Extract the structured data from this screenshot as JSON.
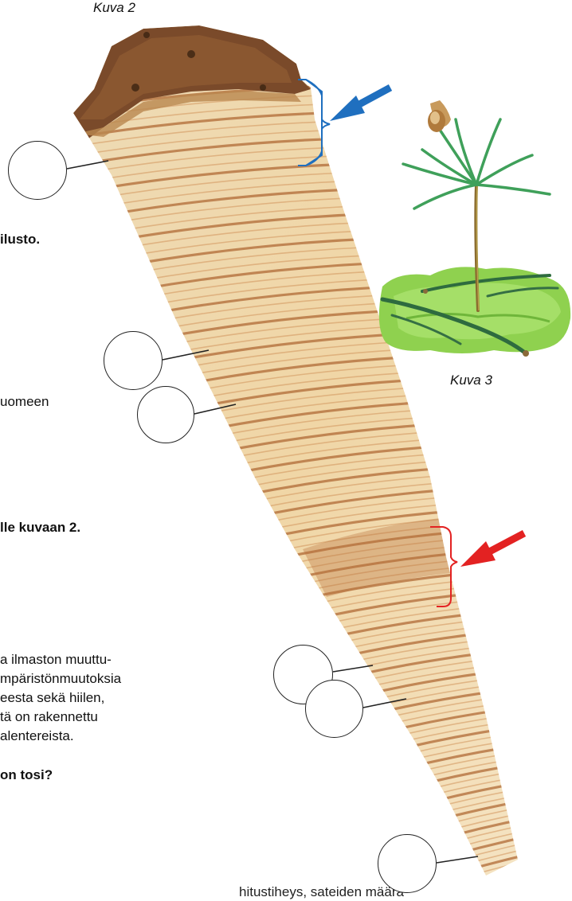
{
  "captions": {
    "figure2": "Kuva 2",
    "figure3": "Kuva 3"
  },
  "text_fragments": {
    "q_heading_1": "ilusto.",
    "line_suomeen": "uomeen",
    "q_heading_2": "lle kuvaan 2.",
    "para_line_1": "a ilmaston muuttu-",
    "para_line_2": "mpäristönmuutoksia",
    "para_line_3": "eesta sekä hiilen,",
    "para_line_4": "tä on rakennettu",
    "para_line_5": "alentereista.",
    "q_heading_3": "on tosi?",
    "bottom_cut_line": "hitustiheys, sateiden määrä"
  },
  "answer_circles": [
    "",
    "",
    "",
    "",
    "",
    ""
  ],
  "markers": {
    "blue_arrow_color": "#1f6fbf",
    "red_arrow_color": "#e32222",
    "bracket_blue_color": "#1f6fbf",
    "bracket_red_color": "#e32222"
  },
  "icons": [
    "wood-cross-section-illustration",
    "pine-seedling-illustration",
    "arrow-icon",
    "arrow-icon"
  ]
}
